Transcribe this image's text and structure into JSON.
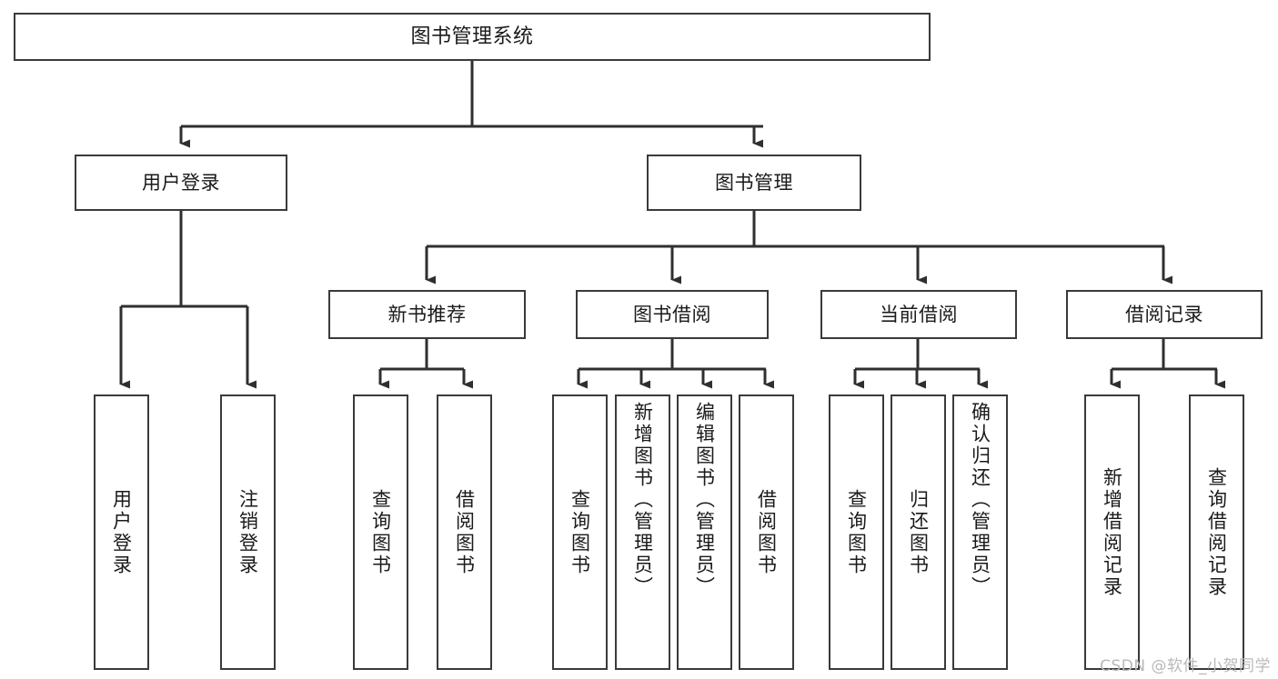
{
  "diagram": {
    "title": "图书管理系统",
    "type": "功能结构图",
    "watermark": "CSDN @软件_小贺同学",
    "colors": {
      "box_border": "#3a3a3a",
      "box_fill": "#ffffff",
      "connector": "#2f2f2f",
      "text": "#1a1a1a",
      "watermark": "#b9b9b9",
      "background": "#ffffff"
    },
    "levels": {
      "root": [
        "图书管理系统"
      ],
      "level2": [
        "用户登录",
        "图书管理"
      ],
      "level3": [
        "新书推荐",
        "图书借阅",
        "当前借阅",
        "借阅记录"
      ],
      "leaves": [
        "用户登录",
        "注销登录",
        "查询图书",
        "借阅图书",
        "查询图书",
        "新增图书（管理员）",
        "编辑图书（管理员）",
        "借阅图书",
        "查询图书",
        "归还图书",
        "确认归还（管理员）",
        "新增借阅记录",
        "查询借阅记录"
      ]
    },
    "nodes": {
      "root": {
        "label": "图书管理系统"
      },
      "user_login": {
        "label": "用户登录"
      },
      "book_manage": {
        "label": "图书管理"
      },
      "new_book_rec": {
        "label": "新书推荐"
      },
      "book_borrow": {
        "label": "图书借阅"
      },
      "current_borrow": {
        "label": "当前借阅"
      },
      "borrow_record": {
        "label": "借阅记录"
      },
      "leaf_user_login": {
        "label": "用户登录"
      },
      "leaf_logout": {
        "label": "注销登录"
      },
      "leaf_query_book_1": {
        "label": "查询图书"
      },
      "leaf_borrow_book_1": {
        "label": "借阅图书"
      },
      "leaf_query_book_2": {
        "label": "查询图书"
      },
      "leaf_add_book_admin": {
        "label": "新增图书（管理员）"
      },
      "leaf_edit_book_admin": {
        "label": "编辑图书（管理员）"
      },
      "leaf_borrow_book_2": {
        "label": "借阅图书"
      },
      "leaf_query_book_3": {
        "label": "查询图书"
      },
      "leaf_return_book": {
        "label": "归还图书"
      },
      "leaf_confirm_return_admin": {
        "label": "确认归还（管理员）"
      },
      "leaf_add_record": {
        "label": "新增借阅记录"
      },
      "leaf_query_record": {
        "label": "查询借阅记录"
      }
    },
    "edges": [
      {
        "from": "图书管理系统",
        "to": "用户登录"
      },
      {
        "from": "图书管理系统",
        "to": "图书管理"
      },
      {
        "from": "用户登录",
        "to": "用户登录"
      },
      {
        "from": "用户登录",
        "to": "注销登录"
      },
      {
        "from": "图书管理",
        "to": "新书推荐"
      },
      {
        "from": "图书管理",
        "to": "图书借阅"
      },
      {
        "from": "图书管理",
        "to": "当前借阅"
      },
      {
        "from": "图书管理",
        "to": "借阅记录"
      },
      {
        "from": "新书推荐",
        "to": "查询图书"
      },
      {
        "from": "新书推荐",
        "to": "借阅图书"
      },
      {
        "from": "图书借阅",
        "to": "查询图书"
      },
      {
        "from": "图书借阅",
        "to": "新增图书（管理员）"
      },
      {
        "from": "图书借阅",
        "to": "编辑图书（管理员）"
      },
      {
        "from": "图书借阅",
        "to": "借阅图书"
      },
      {
        "from": "当前借阅",
        "to": "查询图书"
      },
      {
        "from": "当前借阅",
        "to": "归还图书"
      },
      {
        "from": "当前借阅",
        "to": "确认归还（管理员）"
      },
      {
        "from": "借阅记录",
        "to": "新增借阅记录"
      },
      {
        "from": "借阅记录",
        "to": "查询借阅记录"
      }
    ]
  }
}
